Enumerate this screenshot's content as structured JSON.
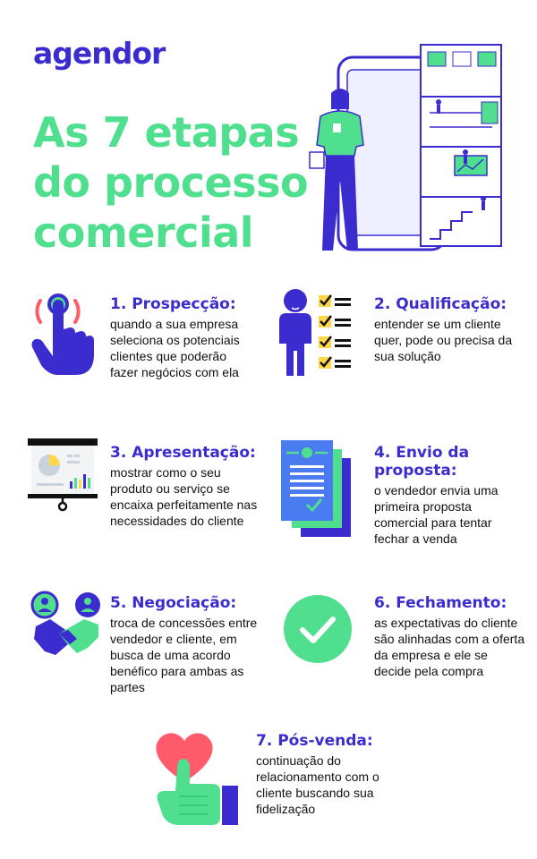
{
  "brand": {
    "logo": "agendor"
  },
  "title": {
    "line1": "As 7 etapas",
    "line2": "do processo",
    "line3": "comercial"
  },
  "colors": {
    "primary": "#3b2ccf",
    "accent": "#4fdf8f",
    "heart": "#ff5b6b",
    "yellow": "#ffd84a"
  },
  "steps": [
    {
      "title": "1. Prospecção:",
      "desc": "quando a sua empresa seleciona os potenciais clientes que poderão fazer negócios com ela",
      "icon": "tap-hand-icon"
    },
    {
      "title": "2. Qualificação:",
      "desc": "entender se um cliente quer, pode ou precisa da sua solução",
      "icon": "person-checklist-icon"
    },
    {
      "title": "3. Apresentação:",
      "desc": "mostrar como o seu produto ou serviço se encaixa perfeitamente nas necessidades do cliente",
      "icon": "presentation-board-icon"
    },
    {
      "title": "4. Envio da proposta:",
      "desc": "o vendedor envia uma primeira proposta comercial para tentar fechar a venda",
      "icon": "document-stack-icon"
    },
    {
      "title": "5. Negociação:",
      "desc": "troca de concessões entre vendedor e cliente, em busca de uma acordo benéfico para ambas as partes",
      "icon": "handshake-icon"
    },
    {
      "title": "6. Fechamento:",
      "desc": "as expectativas do cliente são alinhadas com a oferta da empresa e ele se decide pela compra",
      "icon": "check-circle-icon"
    },
    {
      "title": "7. Pós-venda:",
      "desc": "continuação do relacionamento com o cliente buscando sua fidelização",
      "icon": "heart-thumbs-up-icon"
    }
  ]
}
